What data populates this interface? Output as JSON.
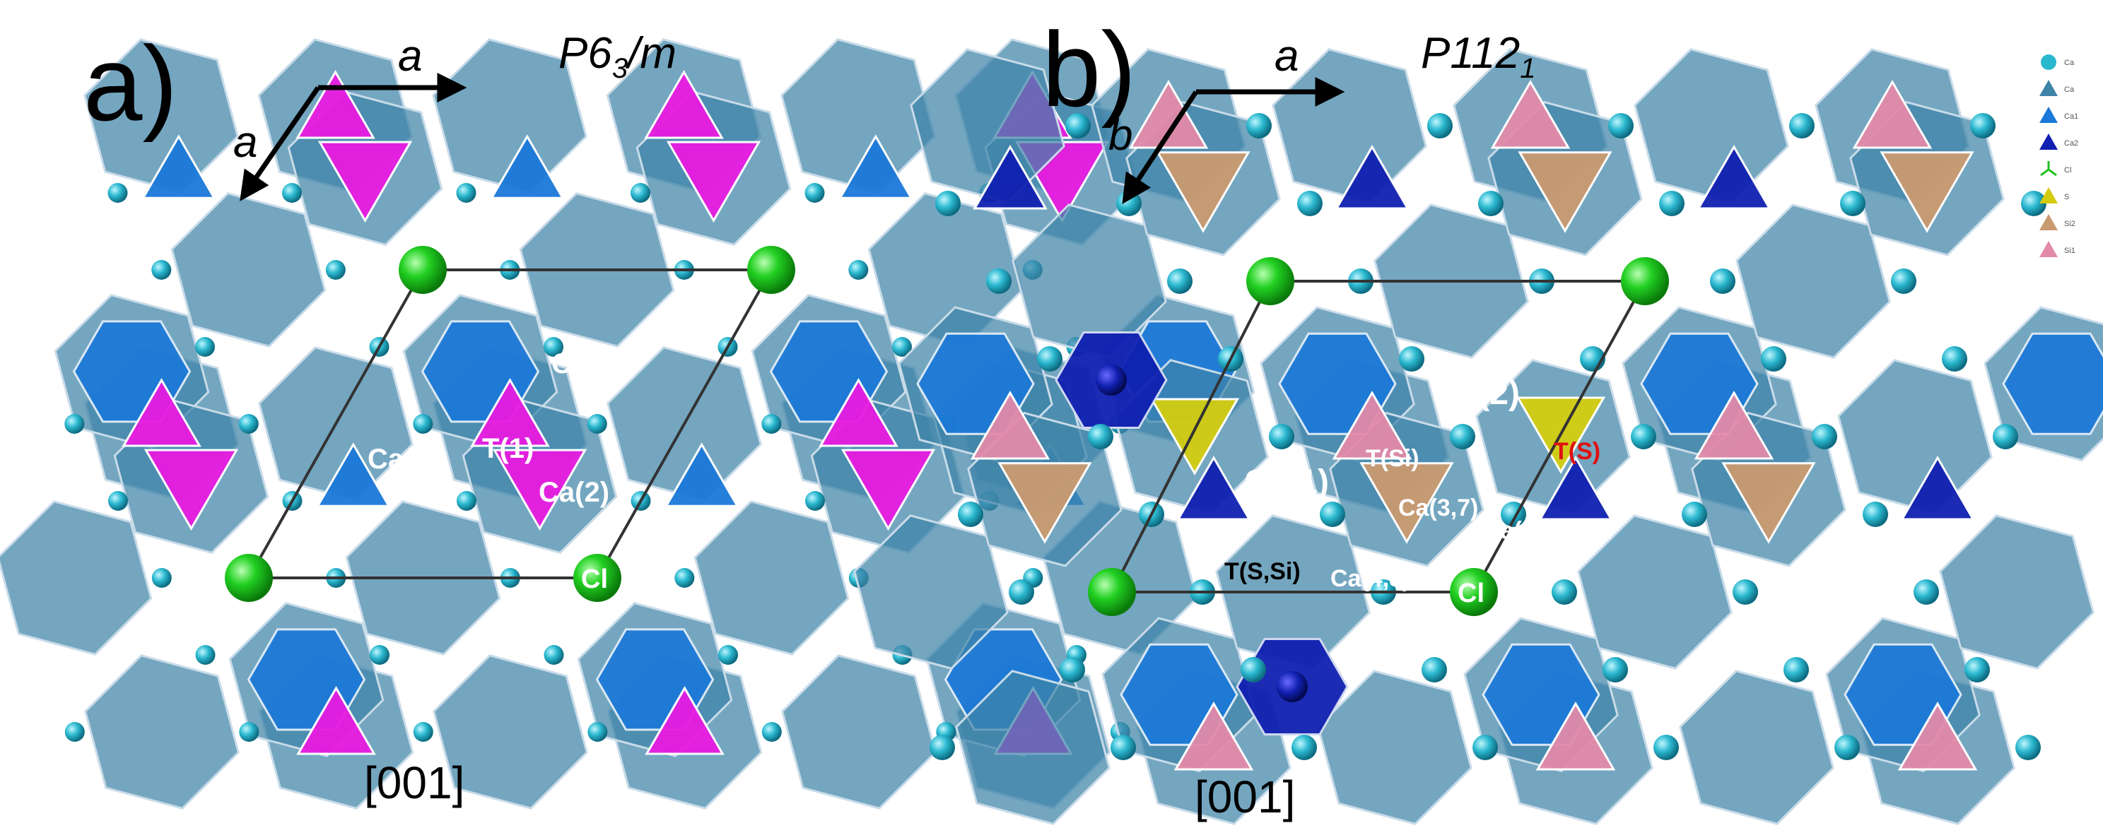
{
  "panel_a": {
    "letter": "a)",
    "space_group": "P6",
    "space_group_sub": "3",
    "space_group_tail": "/m",
    "axis_h": "a",
    "axis_d": "a",
    "zone_axis": "[001]",
    "labels": {
      "ca1_right": "Ca(1)",
      "ca1_left": "Ca(1)",
      "t1": "T(1)",
      "ca2": "Ca(2)",
      "cl": "Cl"
    }
  },
  "panel_b": {
    "letter": "b)",
    "space_group": "P112",
    "space_group_sub": "1",
    "axis_h": "a",
    "axis_d": "b",
    "zone_axis": "[001]",
    "labels": {
      "ca2": "Ca(2)",
      "ca1": "Ca(1)",
      "tsi": "T(Si)",
      "ts": "T(S)",
      "ca37": "Ca(3,7)",
      "ca56": "Ca(5,6)",
      "tssi": "T(S,Si)",
      "ca48": "Ca(4,8)",
      "cl": "Cl"
    }
  },
  "legend": [
    {
      "label": "Ca",
      "icon": "sphere-icon",
      "color": "#2ab8cf"
    },
    {
      "label": "Ca",
      "icon": "polyhedron-icon",
      "color": "#3e83a8"
    },
    {
      "label": "Ca1",
      "icon": "polyhedron-icon",
      "color": "#1a78d8"
    },
    {
      "label": "Ca2",
      "icon": "polyhedron-icon",
      "color": "#1020b0"
    },
    {
      "label": "Cl",
      "icon": "bond-star-icon",
      "color": "#1fc21f"
    },
    {
      "label": "S",
      "icon": "polyhedron-icon",
      "color": "#d4cc10"
    },
    {
      "label": "Si2",
      "icon": "polyhedron-icon",
      "color": "#c99a70"
    },
    {
      "label": "Si1",
      "icon": "polyhedron-icon",
      "color": "#e28aa8"
    }
  ],
  "colors": {
    "framework": "#3e83a8",
    "ca1": "#1a78d8",
    "ca2": "#1020b0",
    "t_magenta": "#e81adf",
    "si2": "#c99a70",
    "si1": "#e28aa8",
    "s": "#d4cc10",
    "cl": "#1fc21f",
    "ca_atom": "#2ab8cf"
  }
}
